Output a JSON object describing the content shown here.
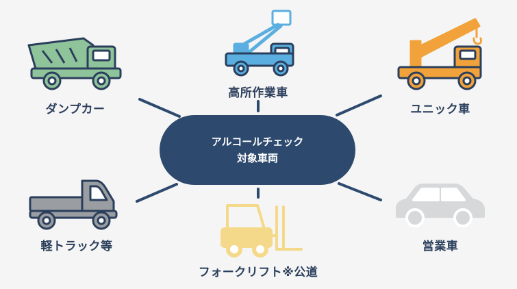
{
  "hub": {
    "line1": "アルコールチェック",
    "line2": "対象車両"
  },
  "vehicles": {
    "dump": {
      "label": "ダンプカー",
      "icon": "dump-truck-icon",
      "color": "#8fc39a"
    },
    "aerial": {
      "label": "高所作業車",
      "icon": "aerial-work-truck-icon",
      "color": "#5aaee0"
    },
    "crane": {
      "label": "ユニック車",
      "icon": "crane-truck-icon",
      "color": "#f2a23a"
    },
    "pickup": {
      "label": "軽トラック等",
      "icon": "pickup-truck-icon",
      "color": "#9a9da1"
    },
    "forklift": {
      "label": "フォークリフト※公道",
      "icon": "forklift-icon",
      "color": "#f5d98a"
    },
    "car": {
      "label": "営業車",
      "icon": "sedan-car-icon",
      "color": "#d6d8da"
    }
  },
  "colors": {
    "hub": "#2d4a6e",
    "connector": "#2d4a6e",
    "text": "#2b3f5c",
    "outline": "#2b3f5c"
  }
}
